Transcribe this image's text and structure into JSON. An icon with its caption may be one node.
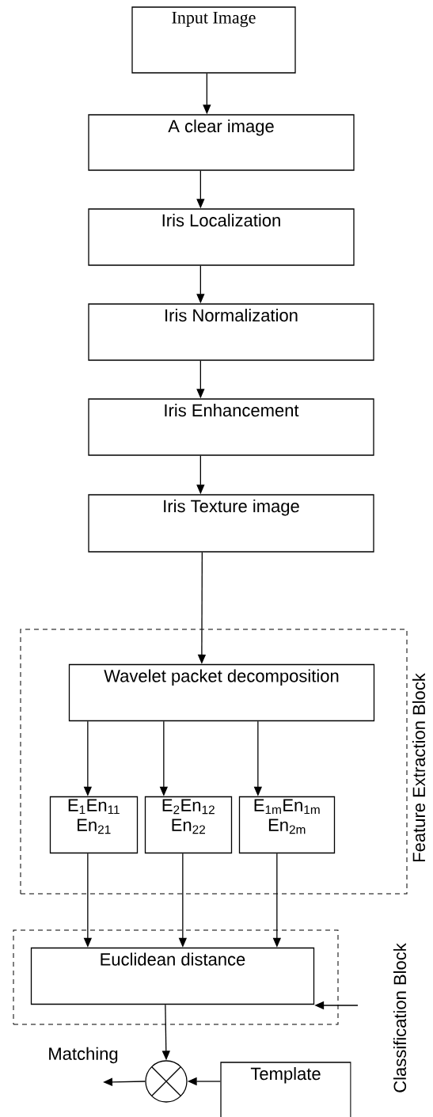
{
  "diagram": {
    "nodes": [
      {
        "text": [
          "Input Image"
        ]
      },
      {
        "text": [
          "A clear image"
        ]
      },
      {
        "text": [
          "Iris Localization"
        ]
      },
      {
        "text": [
          "Iris Normalization"
        ]
      },
      {
        "text": [
          "Iris Enhancement"
        ]
      },
      {
        "text": [
          "Iris Texture image"
        ]
      },
      {
        "text": [
          "Feature Extraction Block"
        ]
      },
      {
        "text": [
          "Wavelet packet decomposition"
        ],
        "in": 6
      },
      {
        "text": [
          "E$_{1}$En$_{11}$ En$_{21}$"
        ],
        "in": 6
      },
      {
        "text": [
          "E$_{2}$En$_{12}$ En$_{22}$"
        ],
        "in": 6
      },
      {
        "text": [
          "E$_{1m}$En$_{1m}$ En$_{2m}$"
        ],
        "in": 6
      },
      {
        "text": [],
        "shape": "box"
      },
      {
        "text": [
          "Euclidean distance"
        ],
        "in": 11
      },
      {
        "text": [],
        "shape": "circle",
        "beside": [
          "Matching"
        ]
      },
      {
        "text": [
          "Template"
        ]
      }
    ],
    "edges": [
      {
        "from": 0,
        "to": 1,
        "arrow": "to"
      },
      {
        "from": 1,
        "to": 2,
        "arrow": "to"
      },
      {
        "from": 2,
        "to": 3,
        "arrow": "to"
      },
      {
        "from": 3,
        "to": 4,
        "arrow": "to"
      },
      {
        "from": 4,
        "to": 5,
        "arrow": "to"
      },
      {
        "from": 5,
        "to": 7,
        "arrow": "to"
      },
      {
        "from": 7,
        "to": 8,
        "arrow": "to"
      },
      {
        "from": 7,
        "to": 9,
        "arrow": "to"
      },
      {
        "from": 7,
        "to": 10,
        "arrow": "to"
      },
      {
        "from": 8,
        "to": 12,
        "arrow": "to"
      },
      {
        "from": 9,
        "to": 12,
        "arrow": "to"
      },
      {
        "from": 10,
        "to": 12,
        "arrow": "to"
      },
      {
        "from": null,
        "to": 12,
        "arrow": "to"
      },
      {
        "from": 12,
        "to": 13,
        "arrow": "to"
      },
      {
        "from": 14,
        "to": 13,
        "arrow": "to"
      },
      {
        "from": 13,
        "to": null,
        "arrow": "to"
      }
    ],
    "labels": [
      "Classification Block"
    ]
  }
}
